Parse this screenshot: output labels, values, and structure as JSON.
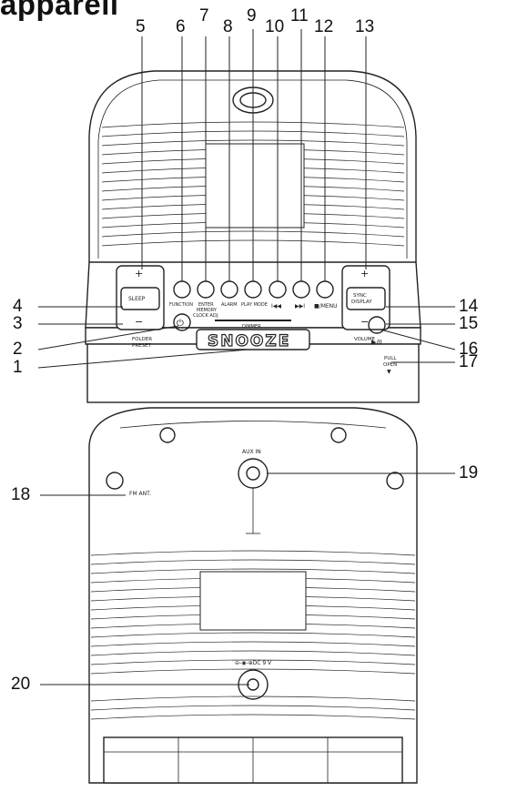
{
  "title": "appareil",
  "callouts": [
    "1",
    "2",
    "3",
    "4",
    "5",
    "6",
    "7",
    "8",
    "9",
    "10",
    "11",
    "12",
    "13",
    "14",
    "15",
    "16",
    "17",
    "18",
    "19",
    "20"
  ],
  "labels": {
    "function": "FUNCTION",
    "enter": "ENTER",
    "memory": "MEMORY",
    "clock_adj": "CLOCK ADJ.",
    "alarm": "ALARM",
    "play_mode": "PLAY MODE",
    "prev": "I◀◀",
    "next": "▶▶I",
    "stop_menu": "■/MENU",
    "sleep": "SLEEP",
    "folder": "FOLDER",
    "preset": "PRESET",
    "dimmer": "DIMMER",
    "snooze": "SNOOZE",
    "sync": "SYNC",
    "display": "DISPLAY",
    "volume": "VOLUME",
    "power": "⏻",
    "play_pause": "▶/II",
    "pull": "PULL",
    "open": "OPEN",
    "aux_in": "AUX IN",
    "fm_ant": "FM ANT.",
    "dc": "⊖-◉-⊕DC 9 V"
  }
}
